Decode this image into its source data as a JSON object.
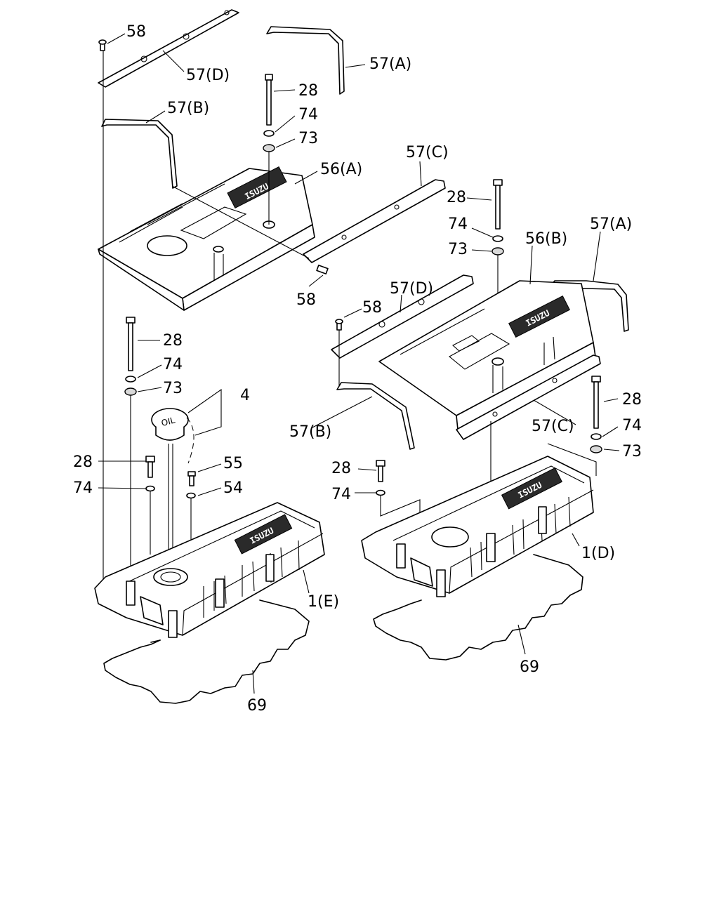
{
  "badge_text": "ISUZU",
  "oil_cap_text": "OIL",
  "callouts": {
    "c58_a": "58",
    "c57d_a": "57(D)",
    "c57a_a": "57(A)",
    "c28_a": "28",
    "c57b_a": "57(B)",
    "c74_a": "74",
    "c73_a": "73",
    "c56a": "56(A)",
    "c57c_a": "57(C)",
    "c58_b": "58",
    "c28_b": "28",
    "c74_b": "74",
    "c73_b": "73",
    "c56b": "56(B)",
    "c57a_b": "57(A)",
    "c57d_b": "57(D)",
    "c58_c": "58",
    "c28_c": "28",
    "c74_c": "74",
    "c73_c": "73",
    "c4": "4",
    "c57b_b": "57(B)",
    "c57c_b": "57(C)",
    "c28_d": "28",
    "c74_d": "74",
    "c73_d": "73",
    "c28_e": "28",
    "c55": "55",
    "c74_e": "74",
    "c54": "54",
    "c28_f": "28",
    "c74_f": "74",
    "c1e": "1(E)",
    "c1d": "1(D)",
    "c69_a": "69",
    "c69_b": "69"
  }
}
